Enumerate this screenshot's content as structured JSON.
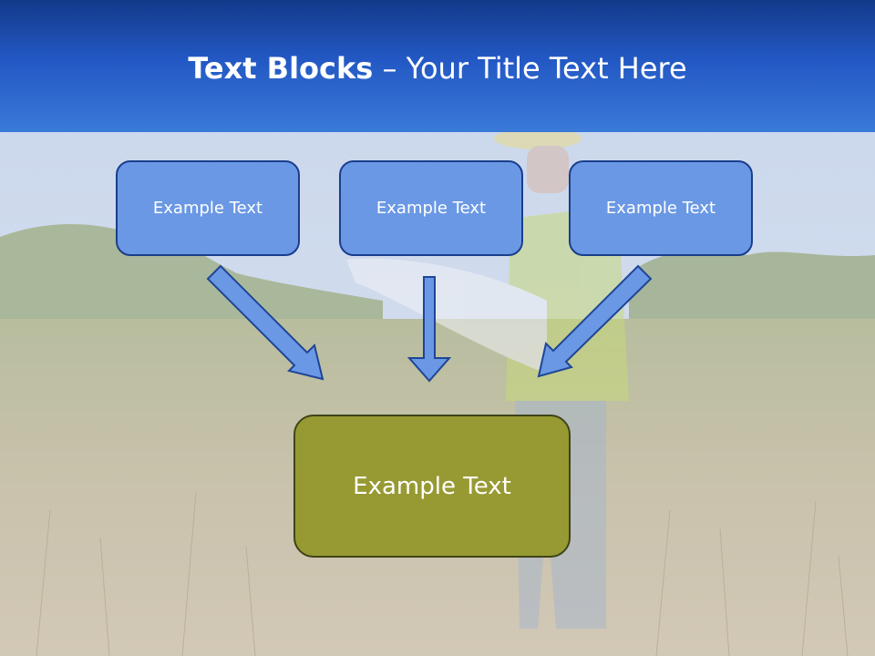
{
  "slide": {
    "title_bold": "Text Blocks",
    "title_rest": " – Your Title Text Here"
  },
  "diagram": {
    "top_boxes": [
      {
        "label": "Example Text"
      },
      {
        "label": "Example Text"
      },
      {
        "label": "Example Text"
      }
    ],
    "bottom_box": {
      "label": "Example Text"
    }
  },
  "colors": {
    "header": "#2358c4",
    "top_box_fill": "#6a98e4",
    "top_box_border": "#1b3e8c",
    "arrow_fill": "#6a98e4",
    "bottom_box_fill": "#979a32",
    "bottom_box_border": "#3e4418"
  },
  "background": {
    "icon": "field-worker-photo",
    "description_icon": "worker-in-hard-hat-with-blueprints-in-grass-field"
  }
}
